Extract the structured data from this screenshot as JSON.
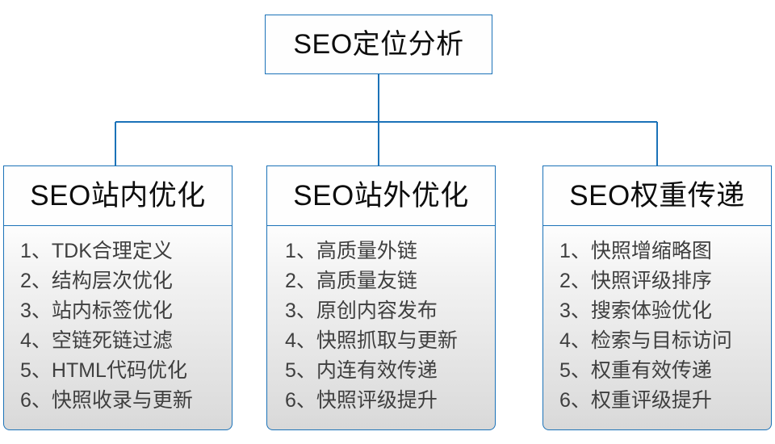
{
  "diagram": {
    "title": "SEO定位分析",
    "type": "organization-tree",
    "colors": {
      "border": "#1b72b8",
      "connector": "#1b72b8",
      "header_text": "#0d0d0d",
      "item_text": "#3f3f3f",
      "header_bg": "#fefefe",
      "body_bg_top": "#fdfdfd",
      "body_bg_bottom": "#d8d8d8"
    },
    "root": {
      "label": "SEO定位分析"
    },
    "branches": [
      {
        "label": "SEO站内优化",
        "items": [
          "1、TDK合理定义",
          "2、结构层次优化",
          "3、站内标签优化",
          "4、空链死链过滤",
          "5、HTML代码优化",
          "6、快照收录与更新"
        ]
      },
      {
        "label": "SEO站外优化",
        "items": [
          "1、高质量外链",
          "2、高质量友链",
          "3、原创内容发布",
          "4、快照抓取与更新",
          "5、内连有效传递",
          "6、快照评级提升"
        ]
      },
      {
        "label": "SEO权重传递",
        "items": [
          "1、快照增缩略图",
          "2、快照评级排序",
          "3、搜索体验优化",
          "4、检索与目标访问",
          "5、权重有效传递",
          "6、权重评级提升"
        ]
      }
    ]
  }
}
